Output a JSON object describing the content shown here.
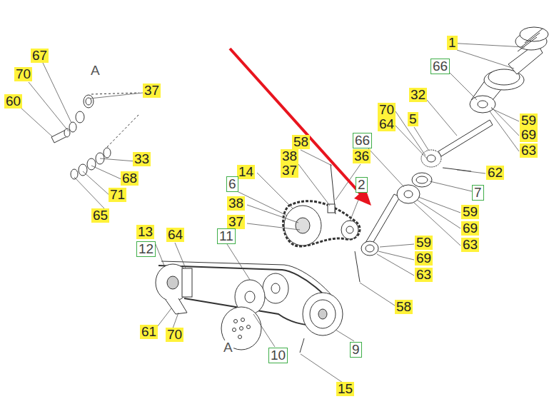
{
  "diagram": {
    "labels": [
      "67",
      "70",
      "60",
      "A",
      "37",
      "33",
      "68",
      "71",
      "65",
      "58",
      "38",
      "37",
      "66",
      "36",
      "14",
      "6",
      "2",
      "38",
      "37",
      "11",
      "13",
      "12",
      "64",
      "59",
      "69",
      "63",
      "58",
      "61",
      "70",
      "A",
      "10",
      "9",
      "15",
      "1",
      "66",
      "32",
      "70",
      "64",
      "5",
      "59",
      "69",
      "63",
      "62",
      "7",
      "59",
      "69",
      "63"
    ]
  }
}
